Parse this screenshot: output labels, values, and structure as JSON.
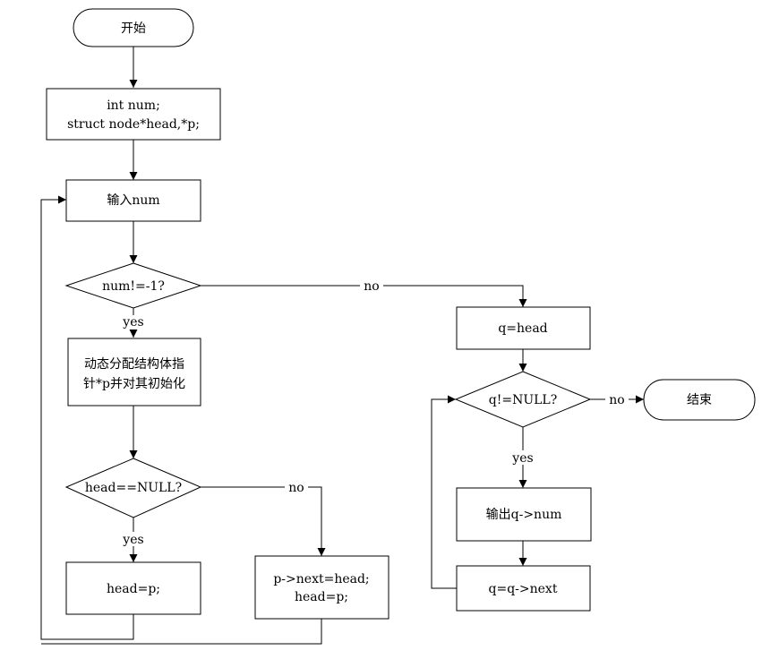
{
  "nodes": {
    "start": "开始",
    "declare": [
      "int num;",
      "struct node*head,*p;"
    ],
    "input": "输入num",
    "cond_num": "num!=-1?",
    "alloc": [
      "动态分配结构体指",
      "针*p并对其初始化"
    ],
    "cond_head": "head==NULL?",
    "head_assign": "head=p;",
    "insert": [
      "p->next=head;",
      "head=p;"
    ],
    "q_init": "q=head",
    "cond_q": "q!=NULL?",
    "end": "结束",
    "print": "输出q->num",
    "advance": "q=q->next"
  },
  "edges": {
    "cond_num_yes": "yes",
    "cond_num_no": "no",
    "cond_head_yes": "yes",
    "cond_head_no": "no",
    "cond_q_yes": "yes",
    "cond_q_no": "no"
  }
}
